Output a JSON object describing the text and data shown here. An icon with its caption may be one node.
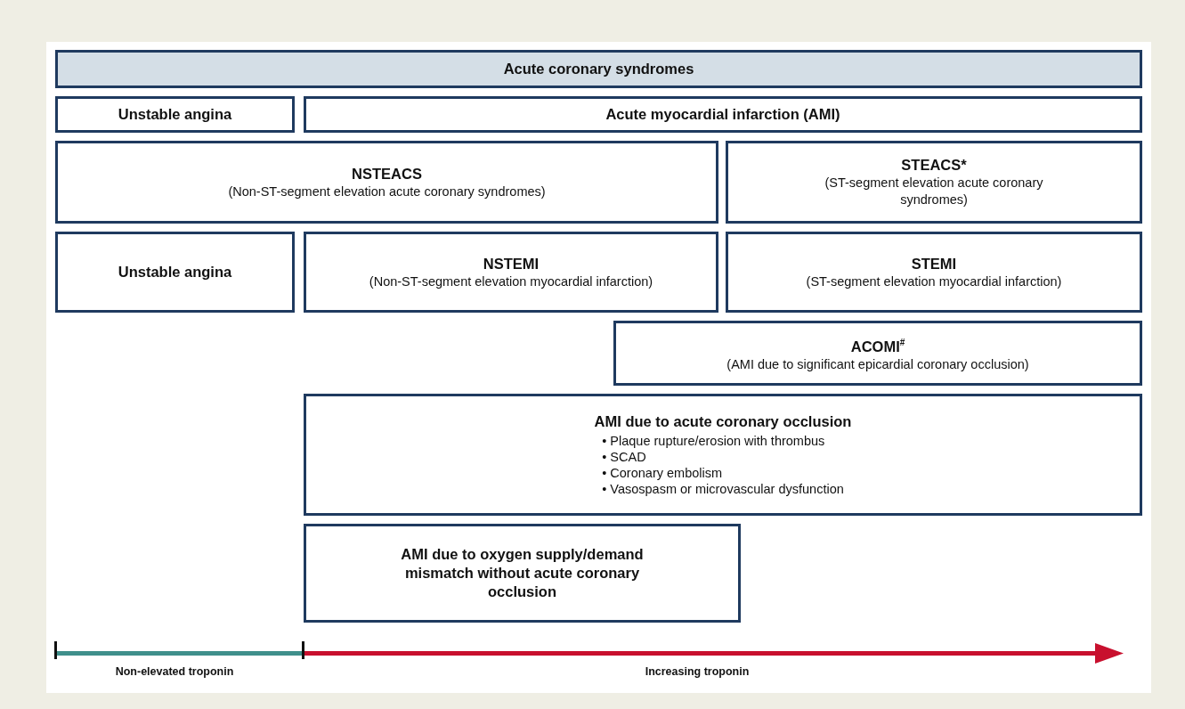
{
  "diagram": {
    "nodes": [
      {
        "text": [
          "Acute coronary syndromes"
        ]
      },
      {
        "text": [
          "Unstable angina"
        ]
      },
      {
        "text": [
          "Acute myocardial infarction (AMI)"
        ]
      },
      {
        "text": [
          "NSTEACS",
          "(Non-ST-segment elevation acute coronary syndromes)"
        ]
      },
      {
        "text": [
          "STEACS*",
          "(ST-segment elevation acute coronary syndromes)"
        ]
      },
      {
        "text": [
          "Unstable angina"
        ]
      },
      {
        "text": [
          "NSTEMI",
          "(Non-ST-segment elevation myocardial infarction)"
        ]
      },
      {
        "text": [
          "STEMI",
          "(ST-segment elevation myocardial infarction)"
        ]
      },
      {
        "text": [
          "ACOMI$^{#}$",
          "(AMI due to significant epicardial coronary occlusion)"
        ]
      },
      {
        "text": [
          "AMI due to acute coronary occlusion",
          "• Plaque rupture/erosion with thrombus",
          "• SCAD",
          "• Coronary embolism",
          "• Vasospasm or microvascular dysfunction"
        ]
      },
      {
        "text": [
          "AMI due to oxygen supply/demand mismatch without acute coronary occlusion"
        ]
      }
    ],
    "edges": [],
    "labels": [
      "Non-elevated troponin",
      "Increasing troponin"
    ]
  }
}
